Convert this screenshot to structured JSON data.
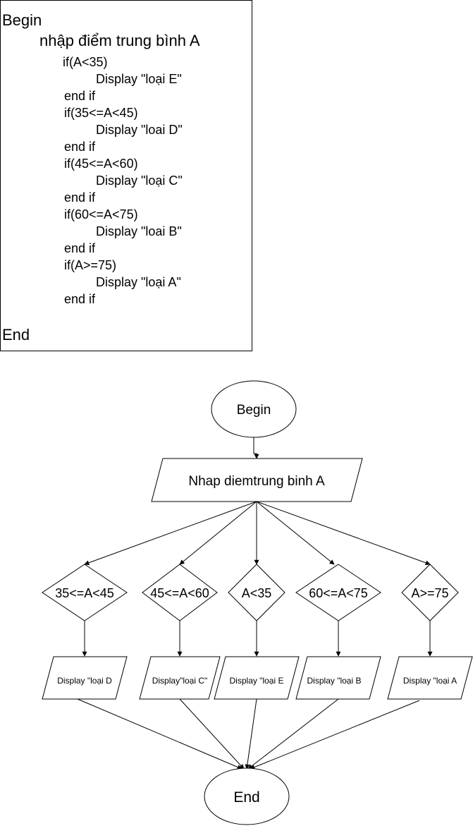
{
  "pseudocode": {
    "lines": [
      "Begin",
      "nhập điểm trung bình A",
      "if(A<35)",
      "Display \"loại E\"",
      "end if",
      "if(35<=A<45)",
      "Display \"loai D\"",
      "end if",
      "if(45<=A<60)",
      "Display \"loại C\"",
      "end if",
      "if(60<=A<75)",
      "Display \"loai B\"",
      "end if",
      "if(A>=75)",
      "Display \"loại A\"",
      "end if",
      "End"
    ]
  },
  "flowchart": {
    "begin_label": "Begin",
    "input_label": "Nhap diemtrung binh A",
    "decisions": [
      "35<=A<45",
      "45<=A<60",
      "A<35",
      "60<=A<75",
      "A>=75"
    ],
    "outputs": [
      "Display \"loại D",
      "Display\"loại C\"",
      "Display \"loại E",
      "Display \"loại B",
      "Display \"loại A"
    ],
    "end_label": "End"
  }
}
